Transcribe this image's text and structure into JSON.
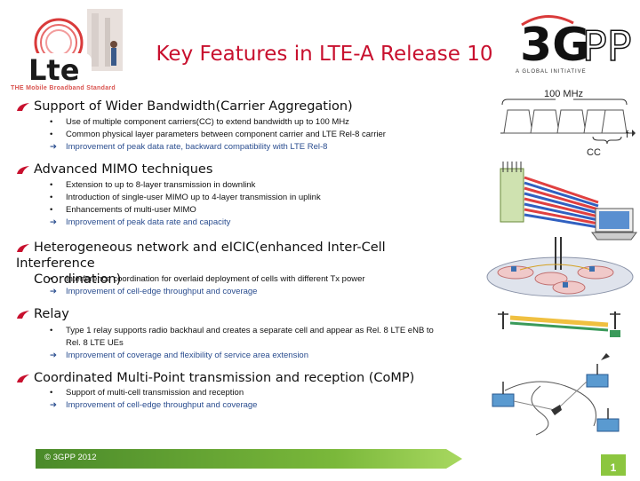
{
  "slide": {
    "title": "Key Features in LTE-A Release 10",
    "lte_tagline": "THE Mobile Broadband Standard",
    "gpp_tagline": "A GLOBAL INITIATIVE",
    "footer": "© 3GPP 2012",
    "page_number": "1"
  },
  "diagram": {
    "bandwidth_label": "100 MHz",
    "cc_label": "CC",
    "f_label": "f"
  },
  "sections": [
    {
      "title": "Support of Wider Bandwidth(Carrier Aggregation)",
      "items": [
        {
          "marker": "•",
          "text": "Use of multiple component carriers(CC) to extend bandwidth up to 100 MHz"
        },
        {
          "marker": "•",
          "text": "Common physical layer parameters between component carrier and LTE Rel-8 carrier"
        },
        {
          "marker": "➔",
          "text": "Improvement of peak data rate, backward compatibility with LTE Rel-8"
        }
      ]
    },
    {
      "title": "Advanced MIMO techniques",
      "items": [
        {
          "marker": "•",
          "text": "Extension to up to 8-layer transmission in downlink"
        },
        {
          "marker": "•",
          "text": "Introduction of single-user MIMO up to 4-layer transmission in uplink"
        },
        {
          "marker": "•",
          "text": "Enhancements of multi-user MIMO"
        },
        {
          "marker": "➔",
          "text": "Improvement of peak data rate and capacity"
        }
      ]
    },
    {
      "title": "Heterogeneous network and eICIC(enhanced Inter-Cell Interference",
      "title2": "Coordination)",
      "items": [
        {
          "marker": "•",
          "text": "Interference coordination for overlaid deployment of cells with different Tx power"
        },
        {
          "marker": "➔",
          "text": "Improvement of cell-edge throughput and coverage"
        }
      ]
    },
    {
      "title": "Relay",
      "items": [
        {
          "marker": "•",
          "text": "Type 1 relay supports radio backhaul and creates a separate cell and appear as Rel. 8 LTE eNB to"
        },
        {
          "marker": "",
          "text": "Rel. 8 LTE UEs"
        },
        {
          "marker": "➔",
          "text": "Improvement of coverage and flexibility of service area extension"
        }
      ]
    },
    {
      "title": "Coordinated Multi-Point transmission and reception (CoMP)",
      "items": [
        {
          "marker": "•",
          "text": "Support of multi-cell transmission and reception"
        },
        {
          "marker": "➔",
          "text": "Improvement of cell-edge throughput and coverage"
        }
      ]
    }
  ]
}
